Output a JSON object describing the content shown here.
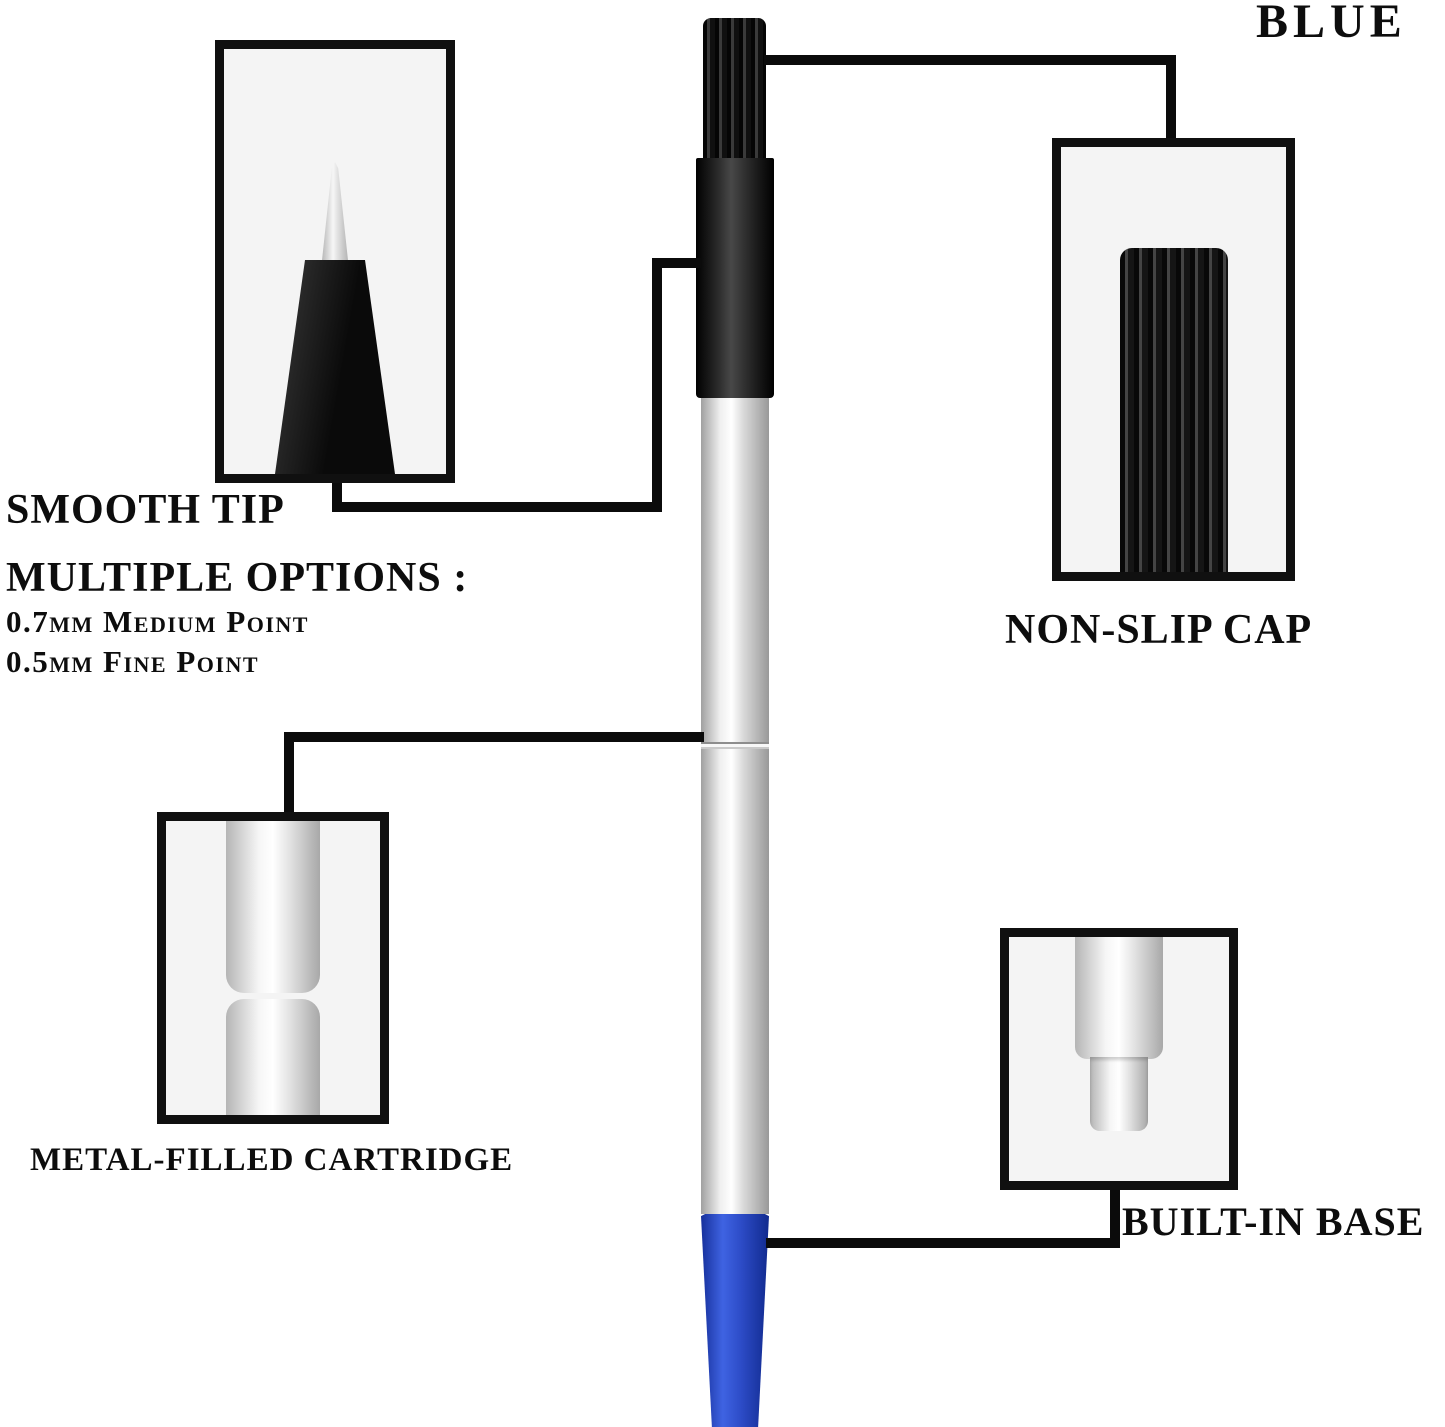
{
  "product": {
    "color_label": "BLUE",
    "type": "rollerball-pen-refill"
  },
  "callouts": {
    "smooth_tip": {
      "title": "SMOOTH TIP",
      "subtitle": "MULTIPLE OPTIONS :",
      "options": [
        "0.7mm Medium Point",
        "0.5mm Fine Point"
      ]
    },
    "non_slip_cap": {
      "label": "NON-SLIP CAP"
    },
    "metal_cartridge": {
      "label": "METAL-FILLED CARTRIDGE"
    },
    "built_in_base": {
      "label": "BUILT-IN BASE"
    }
  },
  "colors": {
    "ink_blue": "#2c4bc6",
    "cap_black": "#141414",
    "barrel_silver": "#d9d9d9",
    "connector_black": "#0b0b0b",
    "box_background": "#f4f4f4"
  }
}
